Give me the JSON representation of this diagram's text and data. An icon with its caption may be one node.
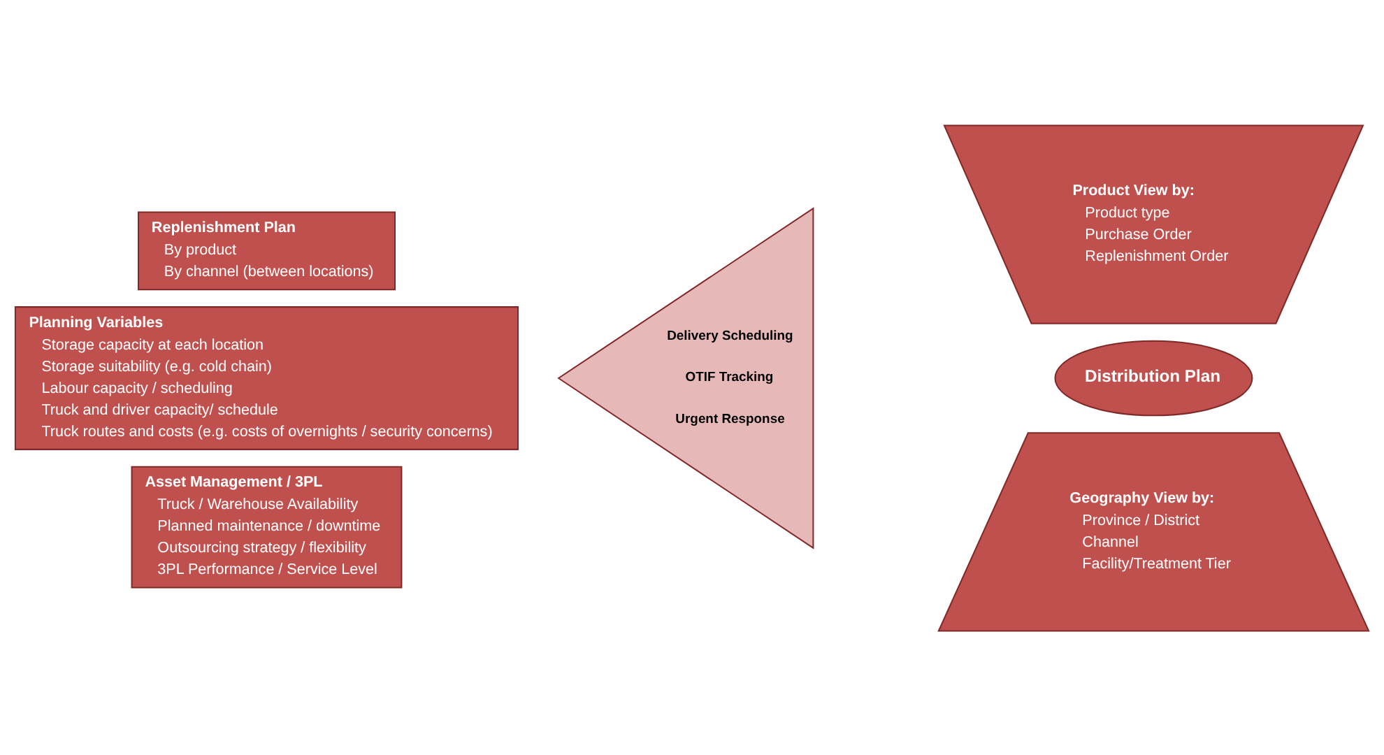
{
  "diagram": {
    "nodes": [
      {
        "text": [
          "Replenishment Plan",
          "By product",
          "By channel (between locations)"
        ]
      },
      {
        "text": [
          "Planning Variables",
          "Storage capacity at each location",
          "Storage suitability (e.g. cold chain)",
          "Labour capacity / scheduling",
          "Truck and driver capacity/ schedule",
          "Truck routes and costs (e.g. costs of overnights / security concerns)"
        ]
      },
      {
        "text": [
          "Asset Management / 3PL",
          "Truck / Warehouse Availability",
          "Planned maintenance / downtime",
          "Outsourcing strategy / flexibility",
          "3PL Performance / Service Level"
        ]
      },
      {
        "text": [
          "Delivery Scheduling",
          "OTIF Tracking",
          "Urgent Response"
        ]
      },
      {
        "text": [
          "Product View by:",
          "Product type",
          "Purchase Order",
          "Replenishment Order"
        ]
      },
      {
        "text": [
          "Distribution Plan"
        ]
      },
      {
        "text": [
          "Geography View by:",
          "Province / District",
          "Channel",
          "Facility/Treatment Tier"
        ]
      }
    ],
    "edges": []
  }
}
